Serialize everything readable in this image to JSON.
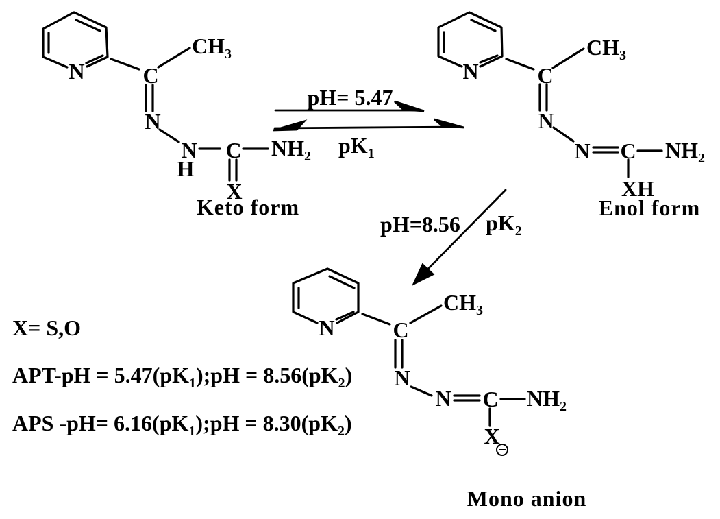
{
  "colors": {
    "background": "#ffffff",
    "ink": "#000000"
  },
  "keto": {
    "ring_n": "N",
    "c_imine": "C",
    "ch3": {
      "base": "CH",
      "sub": "3"
    },
    "n_imine": "N",
    "n_amide": "N",
    "h_amide": "H",
    "c_thio": "C",
    "x": "X",
    "nh2": {
      "base": "NH",
      "sub": "2"
    },
    "caption": "Keto form"
  },
  "enol": {
    "ring_n": "N",
    "c_imine": "C",
    "ch3": {
      "base": "CH",
      "sub": "3"
    },
    "n_imine": "N",
    "n_aza": "N",
    "c_thio": "C",
    "xh": "XH",
    "nh2": {
      "base": "NH",
      "sub": "2"
    },
    "caption": "Enol form"
  },
  "anion": {
    "ring_n": "N",
    "c_imine": "C",
    "ch3": {
      "base": "CH",
      "sub": "3"
    },
    "n_imine": "N",
    "n_aza": "N",
    "c_thio": "C",
    "x": "X",
    "charge_icon": "circled-minus",
    "nh2": {
      "base": "NH",
      "sub": "2"
    },
    "caption": "Mono anion"
  },
  "equilibrium_arrow": {
    "top_label": "pH= 5.47",
    "bottom_label": {
      "base": "pK",
      "sub": "1"
    }
  },
  "deprotonation_arrow": {
    "left_label": "pH=8.56",
    "right_label": {
      "base": "pK",
      "sub": "2"
    }
  },
  "notes": {
    "x_definition": "X= S,O",
    "apt_line": {
      "p1": "APT-pH = 5.47(pK",
      "sub1": "1",
      "p2": ");pH = 8.56(pK",
      "sub2": "2",
      "p3": ")"
    },
    "aps_line": {
      "p1": "APS -pH= 6.16(pK",
      "sub1": "1",
      "p2": ");pH = 8.30(pK",
      "sub2": "2",
      "p3": ")"
    }
  }
}
